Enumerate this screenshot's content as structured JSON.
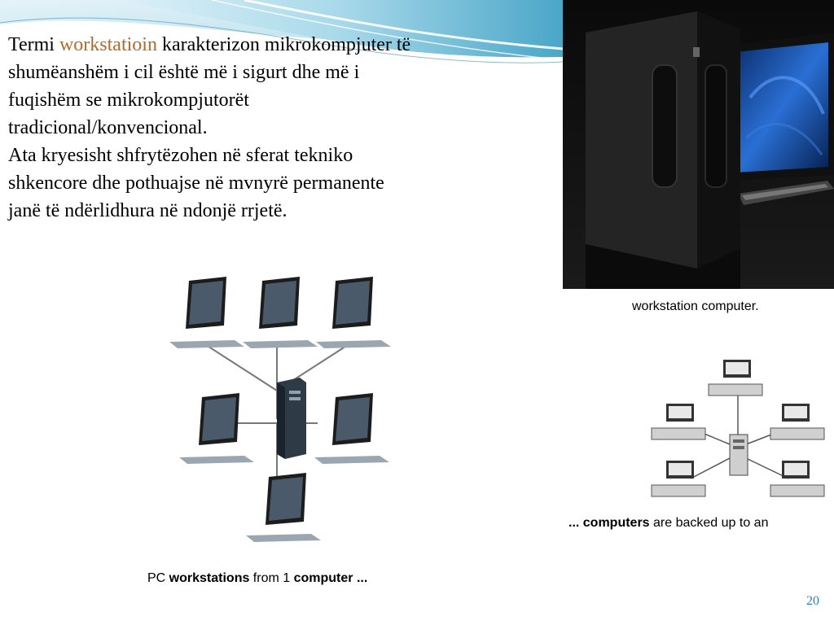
{
  "paragraph": {
    "p1_pre": "Termi ",
    "p1_highlight": "workstatioin",
    "p1_post": " karakterizon mikrokompjuter të shumëanshëm i cil është më i sigurt dhe më i fuqishëm se mikrokompjutorët tradicional/konvencional.",
    "p2": "Ata kryesisht  shfrytëzohen në sferat tekniko shkencore dhe pothuajse në mvnyrë permanente janë të ndërlidhura në ndonjë rrjetë."
  },
  "captions": {
    "workstation_photo": "workstation computer.",
    "backup_bold": "... computers",
    "backup_rest": " are backed up to an",
    "pc_pre": "PC ",
    "pc_bold1": "workstations",
    "pc_mid": " from 1 ",
    "pc_bold2": "computer ..."
  },
  "page_number": "20",
  "colors": {
    "accent_wave": "#4aa6c8",
    "highlight_text": "#b06a2a",
    "page_number": "#2a7fbf"
  }
}
